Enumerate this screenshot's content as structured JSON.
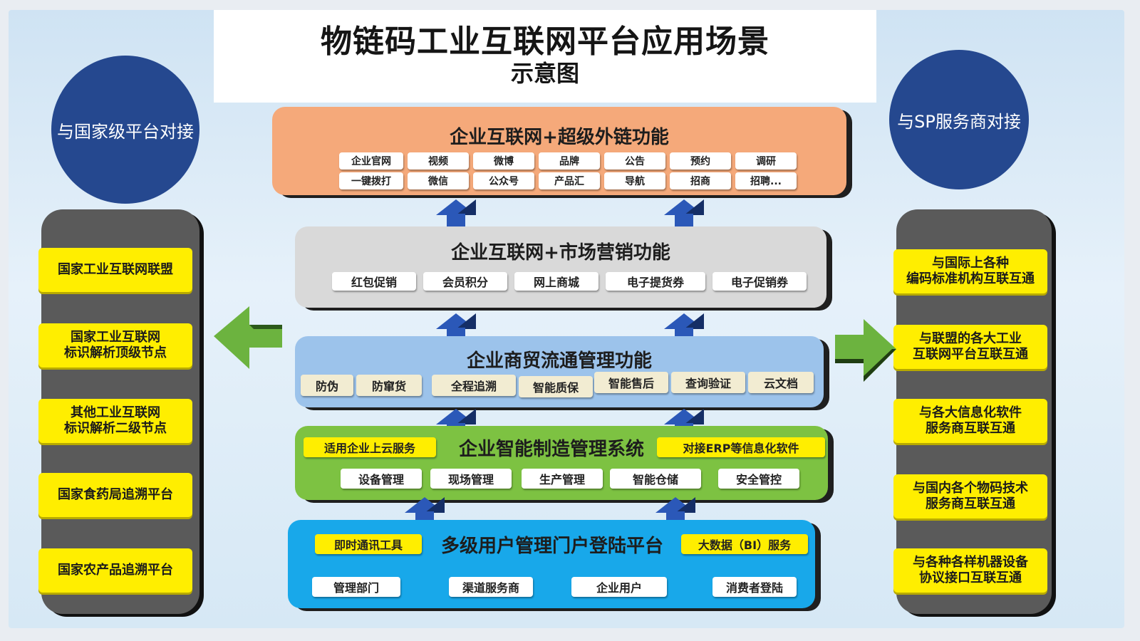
{
  "title": "物链码工业互联网平台应用场景",
  "subtitle": "示意图",
  "left_circle": "与国家级平台对接",
  "right_circle": "与SP服务商对接",
  "left_items": [
    "国家工业互联网联盟",
    "国家工业互联网\n标识解析顶级节点",
    "其他工业互联网\n标识解析二级节点",
    "国家食药局追溯平台",
    "国家农产品追溯平台"
  ],
  "right_items": [
    "与国际上各种\n编码标准机构互联互通",
    "与联盟的各大工业\n互联网平台互联互通",
    "与各大信息化软件\n服务商互联互通",
    "与国内各个物码技术\n服务商互联互通",
    "与各种各样机器设备\n协议接口互联互通"
  ],
  "bands": {
    "b1": {
      "title": "企业互联网+超级外链功能",
      "row1": [
        "企业官网",
        "视频",
        "微博",
        "品牌",
        "公告",
        "预约",
        "调研"
      ],
      "row2": [
        "一键拨打",
        "微信",
        "公众号",
        "产品汇",
        "导航",
        "招商",
        "招聘..."
      ],
      "color": "#f5a97a"
    },
    "b2": {
      "title": "企业互联网+市场营销功能",
      "items": [
        "红包促销",
        "会员积分",
        "网上商城",
        "电子提货券",
        "电子促销券"
      ],
      "color": "#d9d9d9"
    },
    "b3": {
      "title": "企业商贸流通管理功能",
      "items": [
        "防伪",
        "防窜货",
        "全程追溯",
        "智能质保",
        "智能售后",
        "查询验证",
        "云文档"
      ],
      "color": "#9cc3eb"
    },
    "b4": {
      "title": "企业智能制造管理系统",
      "left_tag": "适用企业上云服务",
      "right_tag": "对接ERP等信息化软件",
      "items": [
        "设备管理",
        "现场管理",
        "生产管理",
        "智能仓储",
        "安全管控"
      ],
      "color": "#7dc242"
    },
    "b5": {
      "title": "多级用户管理门户登陆平台",
      "left_tag": "即时通讯工具",
      "right_tag": "大数据（BI）服务",
      "items": [
        "管理部门",
        "渠道服务商",
        "企业用户",
        "消费者登陆"
      ],
      "color": "#18a8ea"
    }
  }
}
